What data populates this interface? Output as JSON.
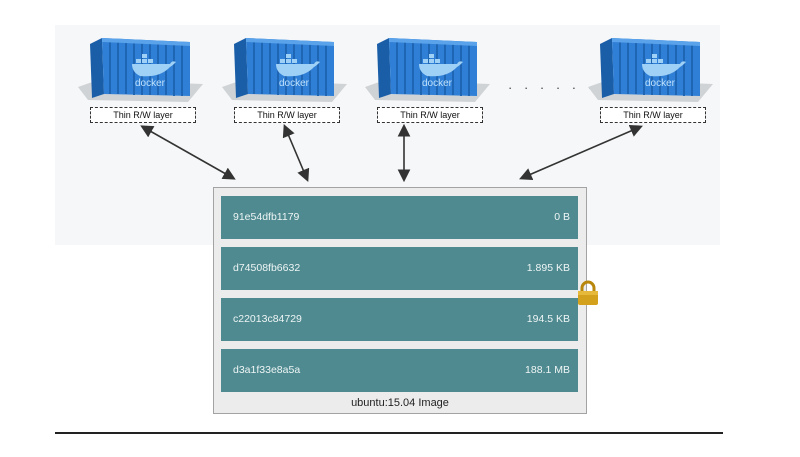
{
  "containers": [
    {
      "logo_text": "docker",
      "layer_label": "Thin R/W layer"
    },
    {
      "logo_text": "docker",
      "layer_label": "Thin R/W layer"
    },
    {
      "logo_text": "docker",
      "layer_label": "Thin R/W layer"
    },
    {
      "logo_text": "docker",
      "layer_label": "Thin R/W layer"
    }
  ],
  "ellipsis": "· · · · · ·",
  "image": {
    "layers": [
      {
        "id": "91e54dfb1179",
        "size": "0 B"
      },
      {
        "id": "d74508fb6632",
        "size": "1.895 KB"
      },
      {
        "id": "c22013c84729",
        "size": "194.5 KB"
      },
      {
        "id": "d3a1f33e8a5a",
        "size": "188.1 MB"
      }
    ],
    "label": "ubuntu:15.04 Image"
  },
  "colors": {
    "container_blue": "#2f7fd6",
    "layer_teal": "#4f8a90",
    "lock_gold": "#d4a11c"
  },
  "icons": {
    "container": "docker-container-icon",
    "lock": "lock-icon"
  }
}
